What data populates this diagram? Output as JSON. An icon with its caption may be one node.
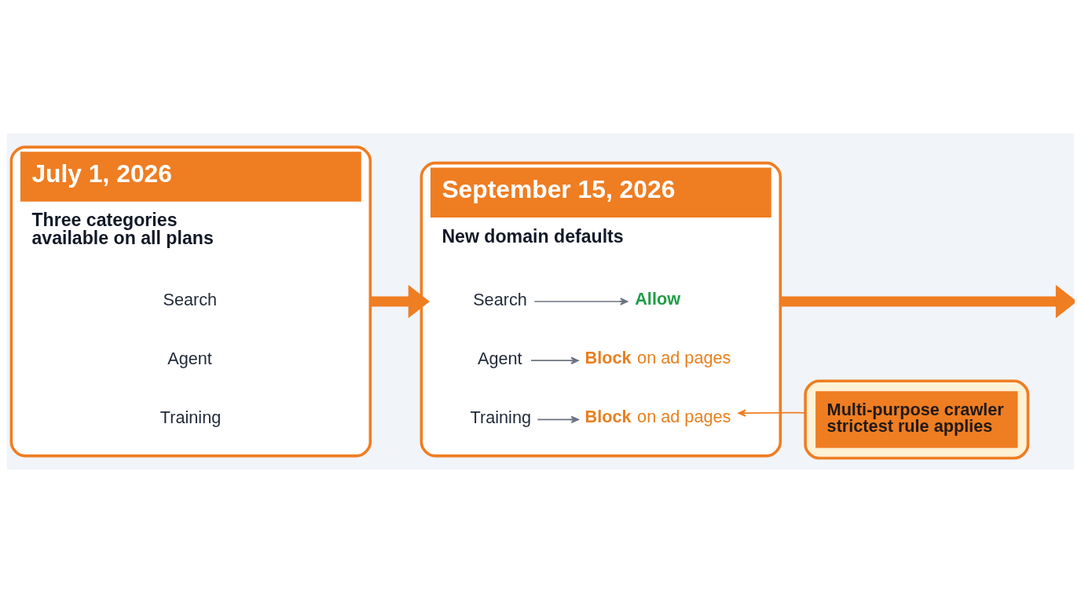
{
  "diagram": {
    "nodes": [
      {
        "text": [
          "July 1, 2026",
          "Three categories available on all plans"
        ]
      },
      {
        "text": [
          "Search"
        ],
        "in": 0
      },
      {
        "text": [
          "Agent"
        ],
        "in": 0
      },
      {
        "text": [
          "Training"
        ],
        "in": 0
      },
      {
        "text": [
          "September 15, 2026",
          "New domain defaults"
        ]
      },
      {
        "text": [
          "Search"
        ],
        "in": 4
      },
      {
        "text": [
          "Allow"
        ],
        "in": 4
      },
      {
        "text": [
          "Agent"
        ],
        "in": 4
      },
      {
        "text": [
          "**Block** on ad pages"
        ],
        "in": 4
      },
      {
        "text": [
          "Training"
        ],
        "in": 4
      },
      {
        "text": [
          "**Block** on ad pages"
        ],
        "in": 4
      },
      {
        "text": [
          "Multi-purpose crawler strictest rule applies"
        ]
      }
    ],
    "edges": [
      {
        "from": 0,
        "to": 4,
        "arrow": "to",
        "style": "thick",
        "color": "#ef7d22"
      },
      {
        "from": 4,
        "to": null,
        "arrow": "to",
        "style": "thick",
        "color": "#ef7d22"
      },
      {
        "from": 5,
        "to": 6,
        "arrow": "to",
        "color": "#6b7280"
      },
      {
        "from": 7,
        "to": 8,
        "arrow": "to",
        "color": "#6b7280"
      },
      {
        "from": 9,
        "to": 10,
        "arrow": "to",
        "color": "#6b7280"
      },
      {
        "from": 11,
        "to": 10,
        "arrow": "to",
        "color": "#ef7d22"
      }
    ]
  }
}
